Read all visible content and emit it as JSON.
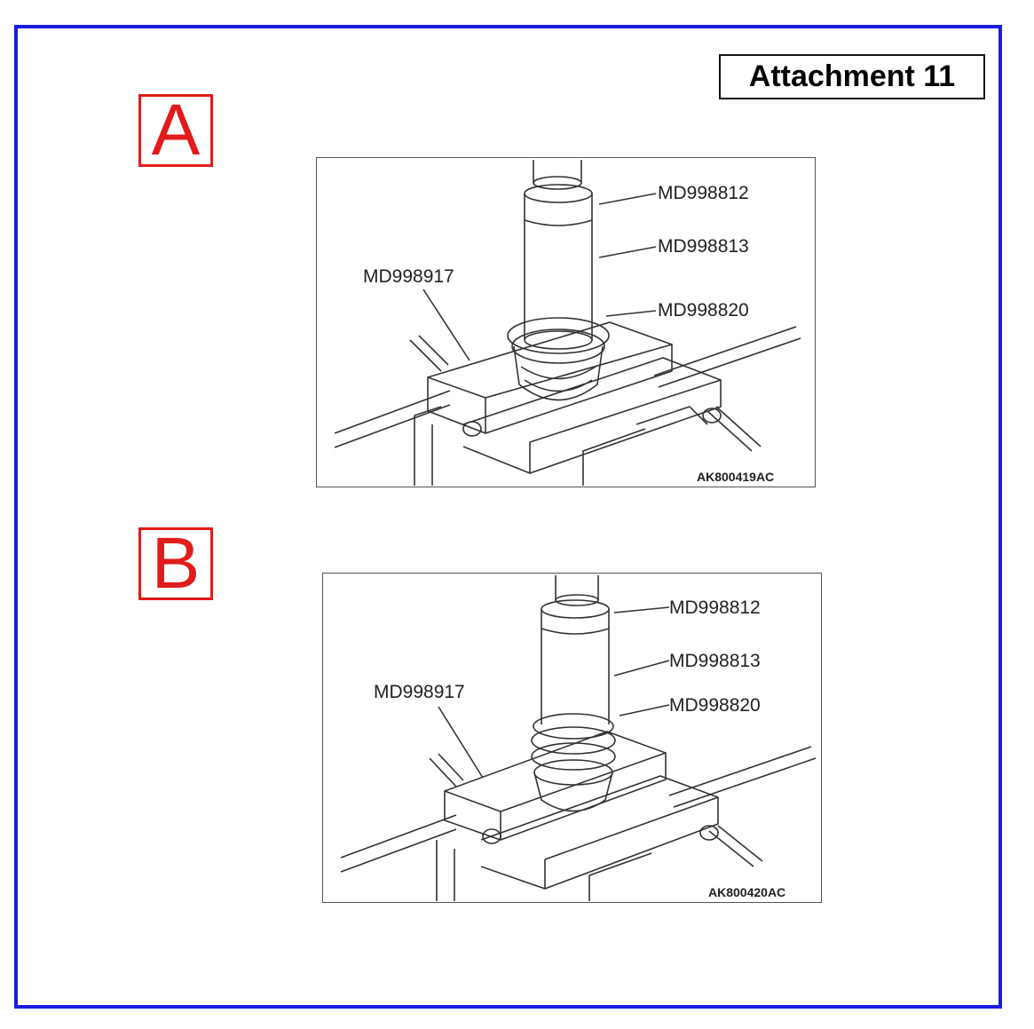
{
  "attachment_title": "Attachment 11",
  "panels": [
    {
      "letter": "A",
      "callouts": [
        "MD998812",
        "MD998813",
        "MD998820",
        "MD998917"
      ],
      "code": "AK800419AC"
    },
    {
      "letter": "B",
      "callouts": [
        "MD998812",
        "MD998813",
        "MD998820",
        "MD998917"
      ],
      "code": "AK800420AC"
    }
  ],
  "colors": {
    "frame": "#1a1ae0",
    "letter_box": "#e21b1b",
    "line_art": "#333333"
  }
}
